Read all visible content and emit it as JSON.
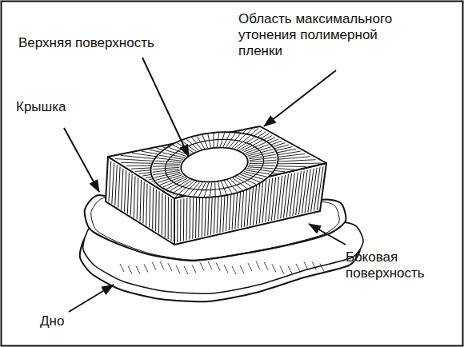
{
  "diagram": {
    "labels": [
      "Область максимального утонения полимерной пленки",
      "Верхняя поверхность",
      "Крышка",
      "Боковая поверхность",
      "Дно"
    ]
  }
}
